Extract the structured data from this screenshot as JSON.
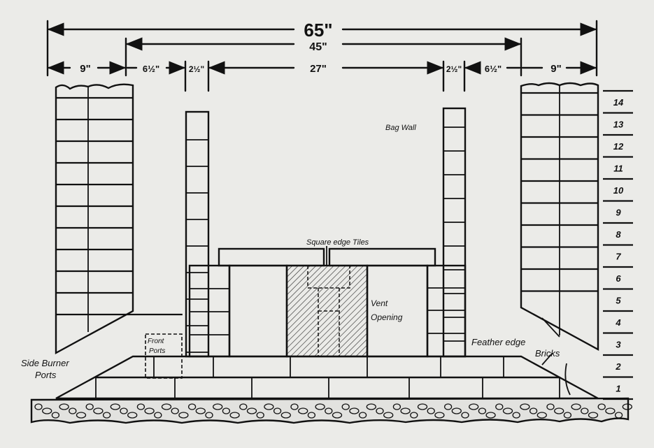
{
  "dimensions": {
    "overall": "65\"",
    "inner": "45\"",
    "left_wall": "9\"",
    "left_gap": "6½\"",
    "left_bag_wall": "2½\"",
    "center": "27\"",
    "right_bag_wall": "2½\"",
    "right_gap": "6½\"",
    "right_wall": "9\""
  },
  "labels": {
    "bag_wall": "Bag Wall",
    "tiles": "Square edge Tiles",
    "vent_line1": "Vent",
    "vent_line2": "Opening",
    "front_ports_line1": "Front",
    "front_ports_line2": "Ports",
    "side_ports_line1": "Side Burner",
    "side_ports_line2": "Ports",
    "feather_line1": "Feather edge",
    "feather_line2": "Bricks"
  },
  "course_numbers": [
    "14",
    "13",
    "12",
    "11",
    "10",
    "9",
    "8",
    "7",
    "6",
    "5",
    "4",
    "3",
    "2",
    "1"
  ]
}
